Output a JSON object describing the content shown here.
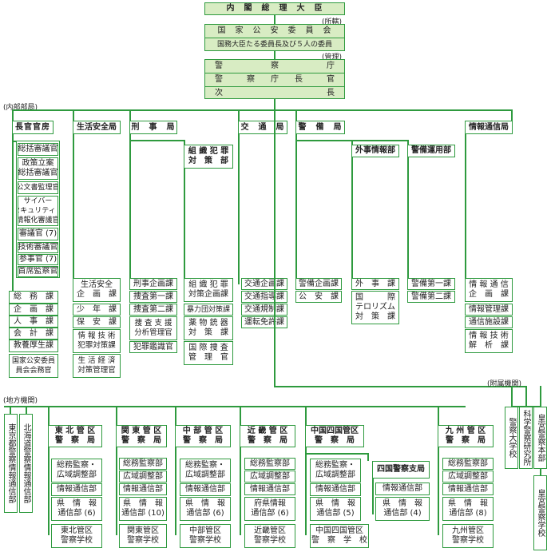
{
  "top": {
    "cabinet": "内　閣　総　理　大　臣",
    "jurisdiction_label": "(所轄)",
    "commission": "国　家　公　安　委　員　会",
    "commission_members": "国務大臣たる委員長及び５人の委員",
    "management_label": "(管理)",
    "npa_rows": [
      [
        "警",
        "察",
        "庁"
      ],
      [
        "警",
        "察　　庁　　長",
        "官"
      ],
      [
        "次",
        "",
        "長"
      ]
    ]
  },
  "sections": {
    "internal": "(内部部局)",
    "local": "(地方機関)",
    "attached": "(附属機関)"
  },
  "bureaus": [
    {
      "name": "長官官房",
      "units": [
        "総括審議官",
        "政策立案\n総括審議官",
        "公文書監理官",
        "サイバー\nセキュリティ・\n情報化審議官",
        "審議官 (7)",
        "技術審議官",
        "参事官 (7)",
        "首席監察官"
      ],
      "divisions": [
        "総　務　課",
        "企　画　課",
        "人　事　課",
        "会　計　課",
        "教養厚生課",
        "国家公安委員\n員会会務官"
      ]
    },
    {
      "name": "生活安全局",
      "divisions": [
        "生活安全\n企　画　課",
        "少　年　課",
        "保　安　課",
        "情 報 技 術\n犯罪対策課",
        "生 活 経 済\n対策管理官"
      ]
    },
    {
      "name": "刑　事　局",
      "divisions": [
        "刑事企画課",
        "捜査第一課",
        "捜査第二課",
        "捜 査 支 援\n分析管理官",
        "犯罪鑑識官"
      ]
    },
    {
      "name": "組 織 犯 罪\n対　策　部",
      "divisions": [
        "組 織 犯 罪\n対策企画課",
        "暴力団対策課",
        "薬 物 銃 器\n対　策　課",
        "国 際 捜 査\n管　理　官"
      ]
    },
    {
      "name": "交　通　局",
      "divisions": [
        "交通企画課",
        "交通指導課",
        "交通規制課",
        "運転免許課"
      ]
    },
    {
      "name": "警　備　局",
      "divisions": [
        "警備企画課",
        "公　安　課"
      ]
    },
    {
      "name": "外事情報部",
      "divisions": [
        "外　事　課",
        "国　　　際\nテロリズム\n対　策　課"
      ]
    },
    {
      "name": "警備運用部",
      "divisions": [
        "警備第一課",
        "警備第二課"
      ]
    },
    {
      "name": "情報通信局",
      "divisions": [
        "情 報 通 信\n企　画　課",
        "情報管理課",
        "通信施設課",
        "情 報 技 術\n解　析　課"
      ]
    }
  ],
  "local_offices": [
    {
      "name": "東京都警察情報通信部"
    },
    {
      "name": "北海道警察情報通信部"
    },
    {
      "name": "東 北 管 区\n警　察　局",
      "units": [
        "総務監察・\n広域調整部",
        "情報通信部",
        "県　情　報\n通信部 (6)"
      ],
      "school": "東北管区\n警察学校"
    },
    {
      "name": "関 東 管 区\n警　察　局",
      "units": [
        "総務監察部",
        "広域調整部",
        "情報通信部",
        "県　情　報\n通信部 (10)"
      ],
      "school": "関東管区\n警察学校"
    },
    {
      "name": "中 部 管 区\n警　察　局",
      "units": [
        "総務監察・\n広域調整部",
        "情報通信部",
        "県　情　報\n通信部 (6)"
      ],
      "school": "中部管区\n警察学校"
    },
    {
      "name": "近 畿 管 区\n警　察　局",
      "units": [
        "総務監察部",
        "広域調整部",
        "情報通信部",
        "府県情報\n通信部 (6)"
      ],
      "school": "近畿管区\n警察学校"
    },
    {
      "name": "中国四国管区\n警　察　局",
      "units": [
        "総務監察・\n広域調整部",
        "情報通信部",
        "県　情　報\n通信部 (5)"
      ],
      "school": "中国四国管区\n警　察　学　校",
      "branch": {
        "name": "四国警察支局",
        "units": [
          "情報通信部",
          "県　情　報\n通信部 (4)"
        ]
      }
    },
    {
      "name": "九 州 管 区\n警　察　局",
      "units": [
        "総務監察部",
        "広域調整部",
        "情報通信部",
        "県　情　報\n通信部 (8)"
      ],
      "school": "九州管区\n警察学校"
    }
  ],
  "attached_bodies": [
    "警察大学校",
    "科学警察研究所",
    "皇宮警察本部",
    "皇宮警察学校"
  ]
}
